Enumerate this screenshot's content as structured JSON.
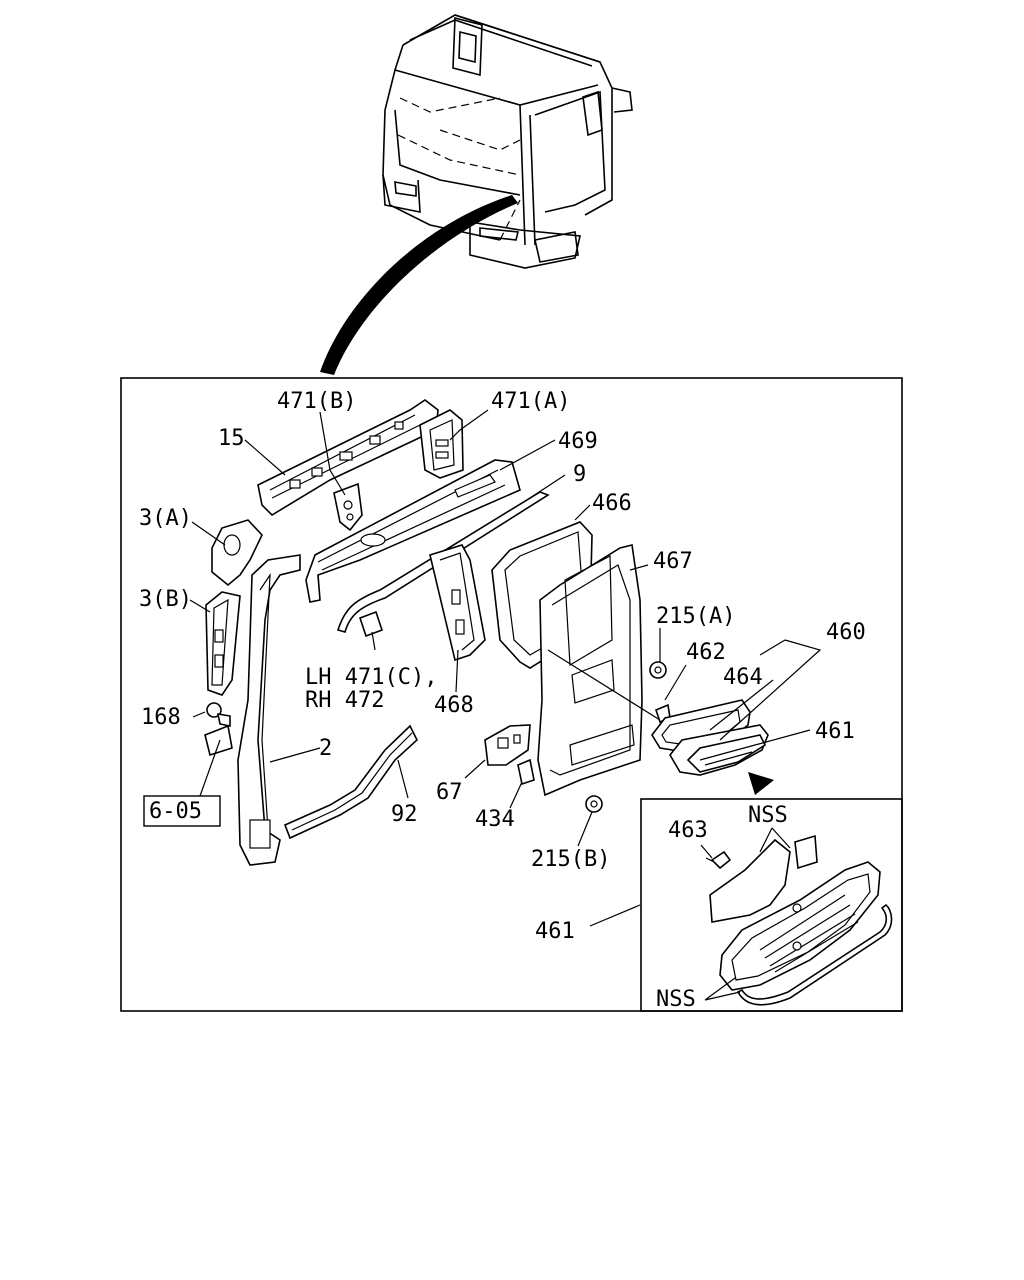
{
  "labels": {
    "l471b": "471(B)",
    "l471a": "471(A)",
    "l15": "15",
    "l469": "469",
    "l9": "9",
    "l3a": "3(A)",
    "l466": "466",
    "l467": "467",
    "l3b": "3(B)",
    "l215a": "215(A)",
    "l460": "460",
    "l462": "462",
    "l464": "464",
    "lh471c": "LH 471(C),",
    "rh472": "RH 472",
    "l468": "468",
    "l461a": "461",
    "l168": "168",
    "l2": "2",
    "l6_05": "6-05",
    "l67": "67",
    "l92": "92",
    "l434": "434",
    "l215b": "215(B)",
    "l463": "463",
    "lnss1": "NSS",
    "l461b": "461",
    "lnss2": "NSS"
  }
}
